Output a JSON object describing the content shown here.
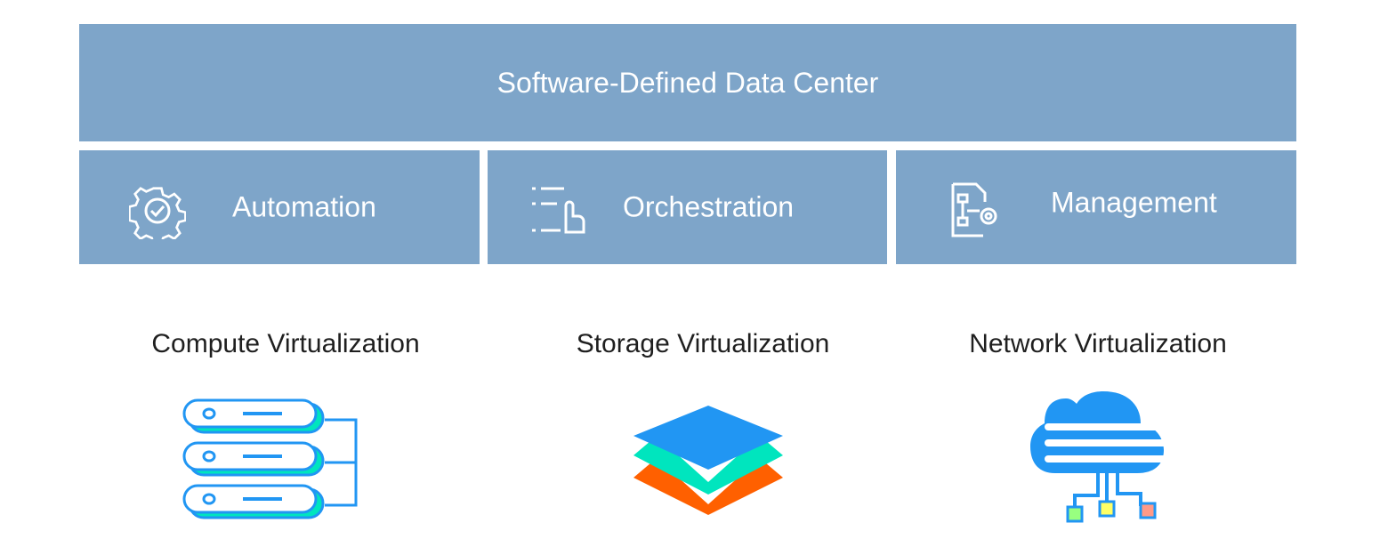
{
  "header": {
    "title": "Software-Defined Data Center"
  },
  "layers": [
    {
      "label": "Automation",
      "icon": "gear-check-icon"
    },
    {
      "label": "Orchestration",
      "icon": "list-hand-icon"
    },
    {
      "label": "Management",
      "icon": "document-gear-icon"
    }
  ],
  "virtualization": [
    {
      "label": "Compute Virtualization",
      "icon": "server-stack-icon"
    },
    {
      "label": "Storage Virtualization",
      "icon": "layers-icon"
    },
    {
      "label": "Network Virtualization",
      "icon": "cloud-network-icon"
    }
  ],
  "colors": {
    "banner": "#7ea5c9",
    "blue": "#2196f3",
    "teal": "#00e5be",
    "orange": "#ff6000"
  }
}
